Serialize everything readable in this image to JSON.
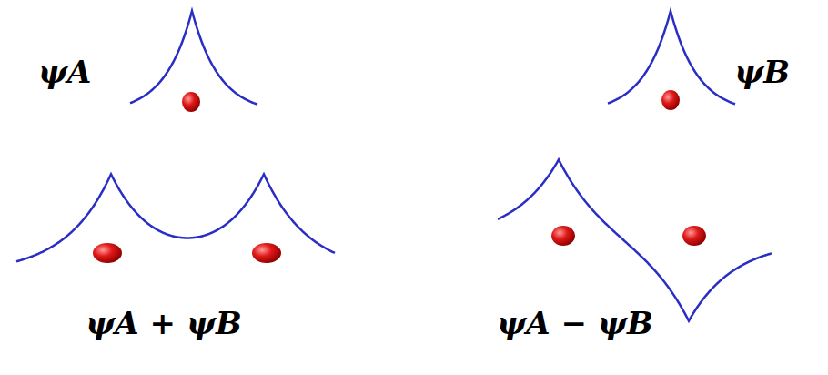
{
  "diagram": {
    "labels": [
      "ψA",
      "ψB",
      "ψA + ψB",
      "ψA − ψB"
    ]
  }
}
